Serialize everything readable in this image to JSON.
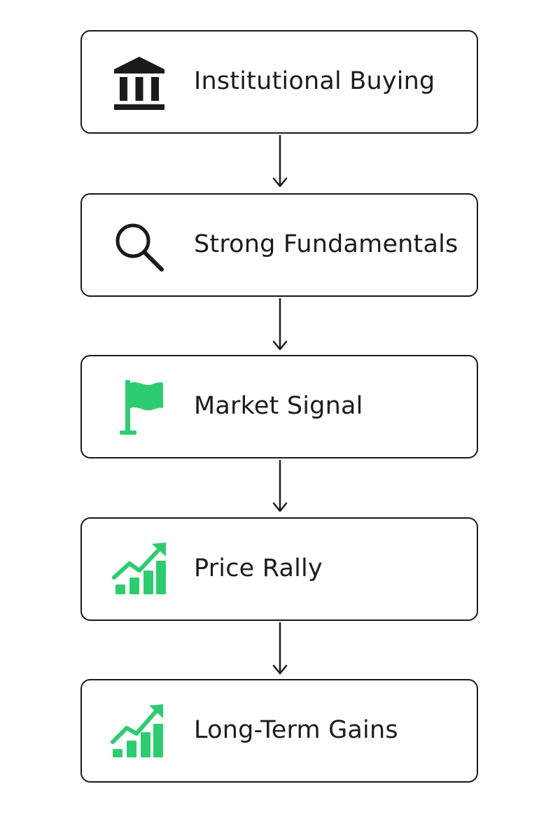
{
  "colors": {
    "icon_dark": "#1a1a1a",
    "icon_green": "#2ecc71",
    "border": "#1a1a1a"
  },
  "steps": [
    {
      "label": "Institutional Buying",
      "icon": "bank-icon"
    },
    {
      "label": "Strong Fundamentals",
      "icon": "magnifier-icon"
    },
    {
      "label": "Market Signal",
      "icon": "flag-icon"
    },
    {
      "label": "Price Rally",
      "icon": "growth-chart-icon"
    },
    {
      "label": "Long-Term Gains",
      "icon": "growth-chart-icon"
    }
  ]
}
